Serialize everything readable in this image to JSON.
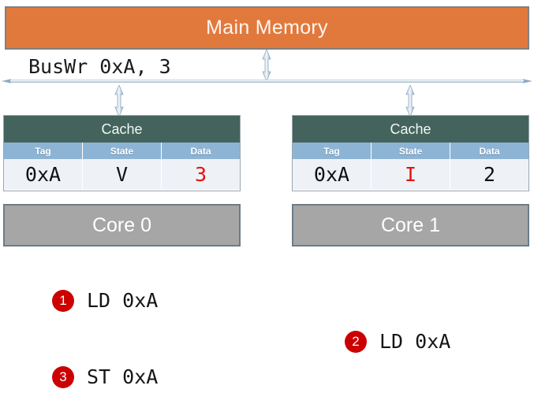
{
  "memory": {
    "label": "Main Memory"
  },
  "bus": {
    "message": "BusWr 0xA, 3",
    "memory_connector_icon": "double-arrow-vertical-icon",
    "left_cache_connector_icon": "double-arrow-vertical-icon",
    "right_cache_connector_icon": "double-arrow-vertical-icon",
    "bus_line_icon": "double-arrow-horizontal-icon"
  },
  "caches": [
    {
      "title": "Cache",
      "columns": [
        "Tag",
        "State",
        "Data"
      ],
      "row": {
        "tag": "0xA",
        "state": "V",
        "data": "3"
      },
      "state_color": "#111111",
      "data_color": "#e8110e"
    },
    {
      "title": "Cache",
      "columns": [
        "Tag",
        "State",
        "Data"
      ],
      "row": {
        "tag": "0xA",
        "state": "I",
        "data": "2"
      },
      "state_color": "#e8110e",
      "data_color": "#111111"
    }
  ],
  "cores": [
    {
      "label": "Core 0"
    },
    {
      "label": "Core 1"
    }
  ],
  "instructions": [
    {
      "number": "1",
      "text": "LD 0xA"
    },
    {
      "number": "2",
      "text": "LD 0xA"
    },
    {
      "number": "3",
      "text": "ST 0xA"
    }
  ],
  "colors": {
    "memory_fill": "#e2793c",
    "cache_title_fill": "#44635d",
    "cache_header_fill": "#8db4d4",
    "cache_row_fill": "#eef2f7",
    "core_fill": "#a6a6a6",
    "badge_fill": "#cc0000",
    "bus_arrow": "#8fa9c4",
    "highlight_red": "#e8110e"
  }
}
